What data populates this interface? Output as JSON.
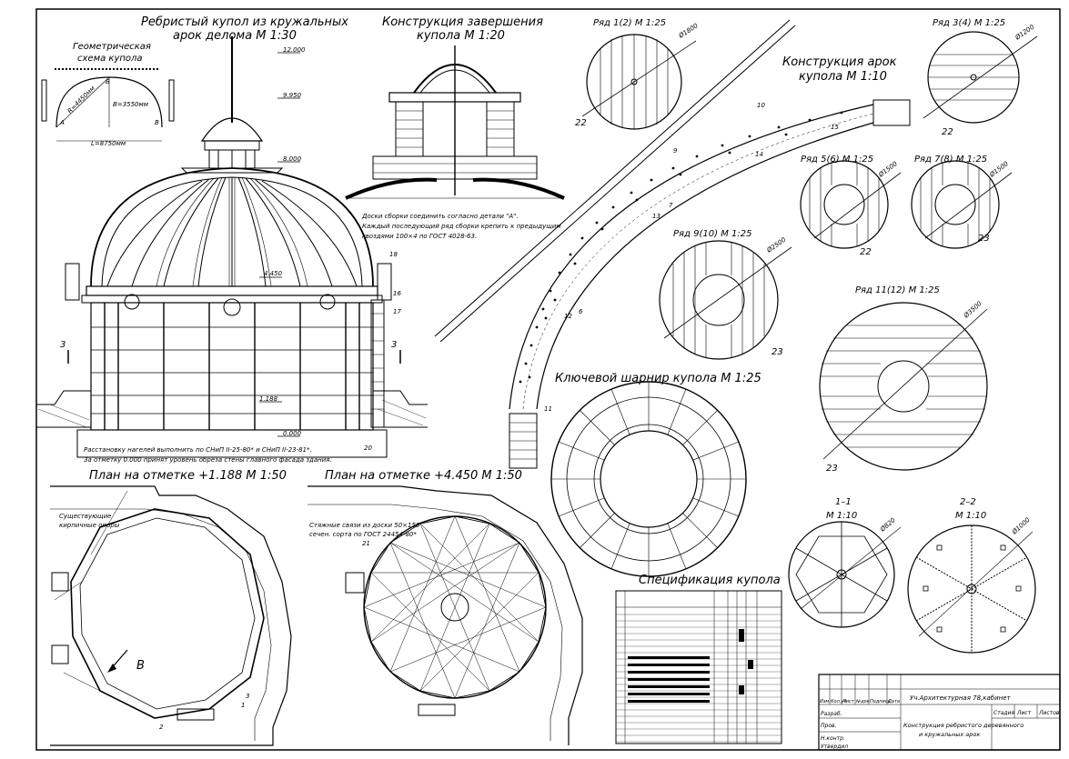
{
  "titles": {
    "dome": "Ребристый купол из кружальных",
    "dome2": "арок делома М 1:30",
    "geom1": "Геометрическая",
    "geom2": "схема купола",
    "finish1": "Конструкция завершения",
    "finish2": "купола М 1:20",
    "row12": "Ряд 1(2) М 1:25",
    "row34": "Ряд 3(4) М 1:25",
    "arch1": "Конструкция арок",
    "arch2": "купола М 1:10",
    "row56": "Ряд 5(6) М 1:25",
    "row78": "Ряд 7(8) М 1:25",
    "row910": "Ряд 9(10) М 1:25",
    "row1112": "Ряд 11(12) М 1:25",
    "hinge": "Ключевой шарнир купола М 1:25",
    "plan1": "План на отметке +1.188 М 1:50",
    "plan2": "План на отметке +4.450 М 1:50",
    "sec11a": "1–1",
    "sec11b": "М 1:10",
    "sec22a": "2–2",
    "sec22b": "М 1:10",
    "spec": "Спецификация купола"
  },
  "notes": {
    "boards1": "Доски сборки соединить согласно детали \"А\".",
    "boards2": "Каждый последующий ряд сборки крепить к предыдущим",
    "boards3": "гвоздями 100×4 по ГОСТ 4028-63.",
    "nails1": "Расстановку нагелей выполнить по СНиП II-25-80* и СНиП II-23-81*.",
    "nails2": "За отметку 0.000 принят уровень обреза стены главного фасада здания.",
    "brick1": "Существующие",
    "brick2": "кирпичные опоры",
    "ties1": "Стяжные связи из доски 50×150",
    "ties2": "сечен. сорта по ГОСТ 24454-80*"
  },
  "geom": {
    "radius": "R=4450мм",
    "height": "В=3550мм",
    "span": "L=8750мм",
    "a": "А",
    "b": "Б",
    "bb": "В"
  },
  "levels": {
    "l12000": "12.000",
    "l9950": "9.950",
    "l8000": "8.000",
    "l4450": "4.450",
    "l1188": "1.188",
    "l0000": "0.000"
  },
  "dims": {
    "d1": "Ø1800",
    "d3": "Ø1200",
    "d5": "Ø1500",
    "d7": "Ø1500",
    "d9": "Ø2500",
    "d11": "Ø3500",
    "s11": "Ø820",
    "s22": "Ø1000"
  },
  "callouts": {
    "c22a": "22",
    "c22b": "22",
    "c22c": "22",
    "c23a": "23",
    "c23b": "23",
    "c23c": "23",
    "c10": "10",
    "c15": "15",
    "c14": "14",
    "c9": "9",
    "c7": "7",
    "c13": "13",
    "c12": "12",
    "c6": "6",
    "c11": "11",
    "c18": "18",
    "c16": "16",
    "c17": "17",
    "c20": "20",
    "c21": "21",
    "c2": "2",
    "c1": "1",
    "c3": "3",
    "cut3": "3",
    "planB": "В"
  },
  "stamp": {
    "project": "Уч.Архитектурная 78,кабинет",
    "name1": "Конструкция ребристого деревянного",
    "name2": "и кружальных арок",
    "stage": "Стадия",
    "sheet": "Лист",
    "sheets": "Листов",
    "r1": "Изм.",
    "r2": "Кол.уч",
    "r3": "Лист",
    "r4": "№док",
    "r5": "Подпись",
    "r6": "Дата",
    "role1": "Разраб.",
    "role2": "Пров.",
    "role3": "Н.контр.",
    "role4": "Утвердил"
  }
}
